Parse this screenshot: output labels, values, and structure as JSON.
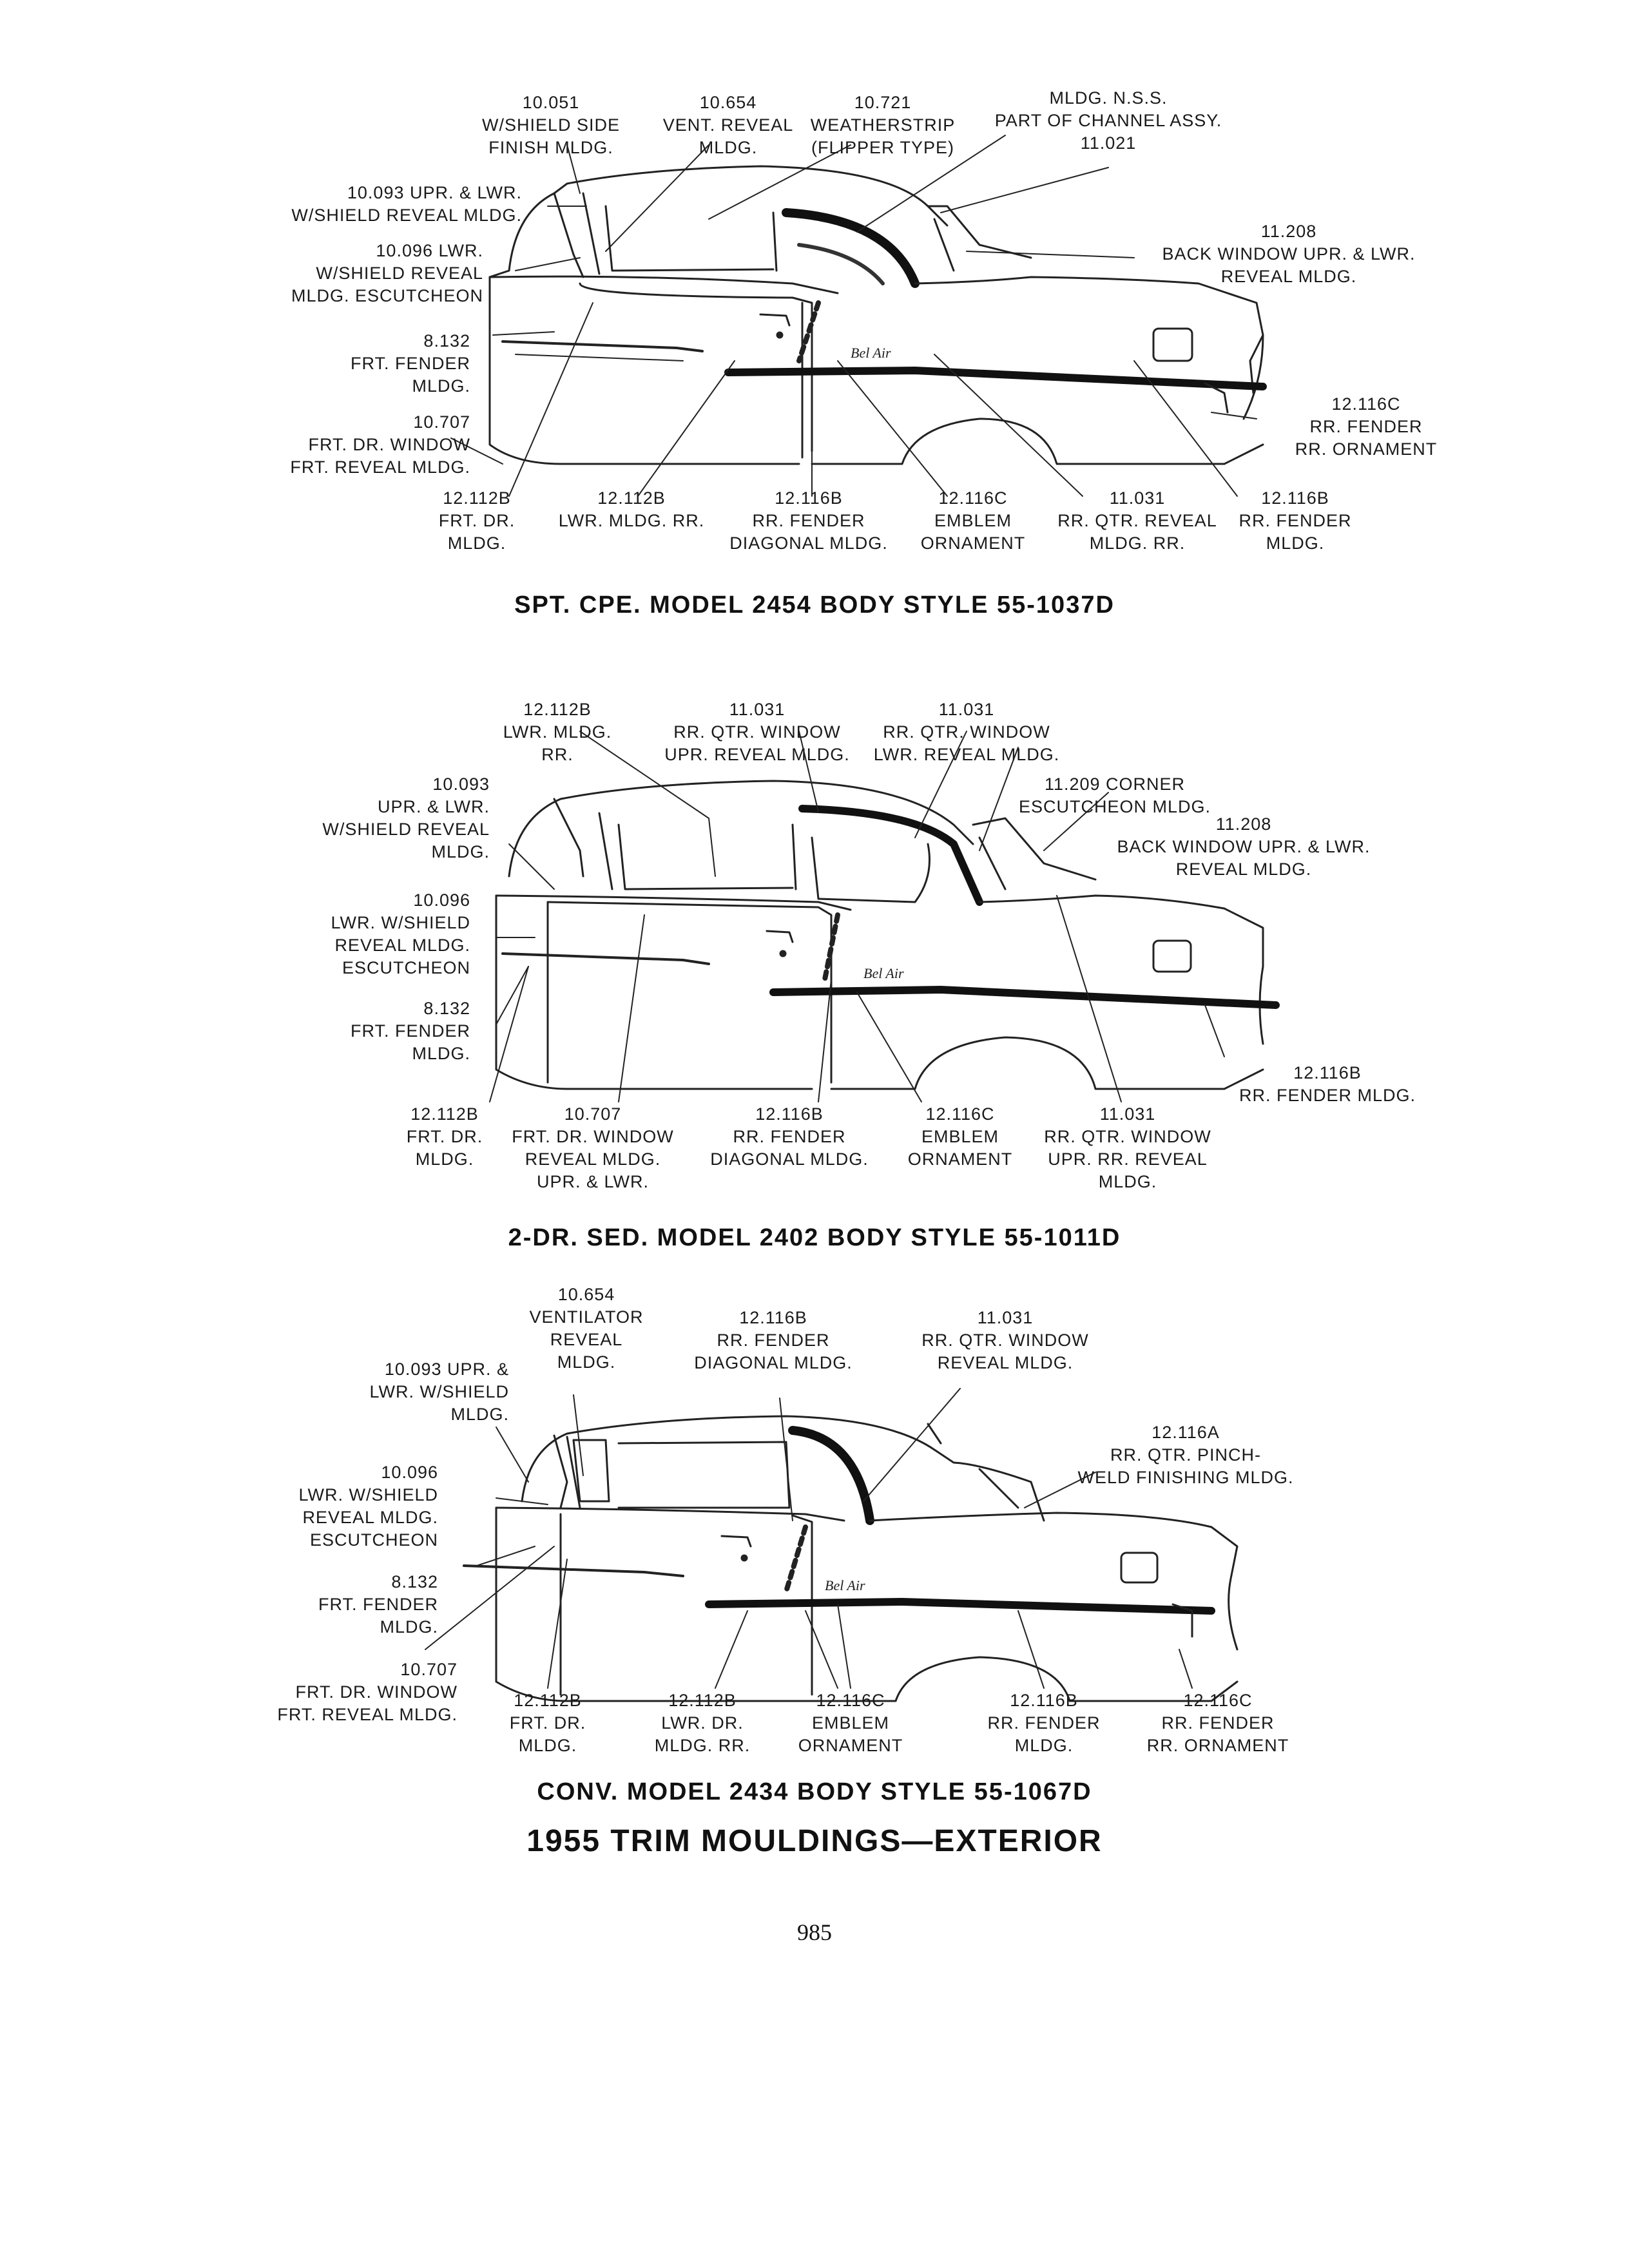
{
  "diagrams": [
    {
      "caption": "SPT. CPE. MODEL 2454 BODY STYLE 55-1037D",
      "labels": [
        {
          "id": "a1",
          "text": "10.051\nW/SHIELD SIDE\nFINISH MLDG."
        },
        {
          "id": "a2",
          "text": "10.654\nVENT. REVEAL\nMLDG."
        },
        {
          "id": "a3",
          "text": "10.721\nWEATHERSTRIP\n(FLIPPER TYPE)"
        },
        {
          "id": "a4",
          "text": "MLDG. N.S.S.\nPART OF CHANNEL ASSY.\n11.021"
        },
        {
          "id": "a5",
          "text": "10.093 UPR. & LWR.\nW/SHIELD REVEAL MLDG."
        },
        {
          "id": "a6",
          "text": "10.096 LWR.\nW/SHIELD REVEAL\nMLDG. ESCUTCHEON"
        },
        {
          "id": "a7",
          "text": "11.208\nBACK WINDOW UPR. & LWR.\nREVEAL MLDG."
        },
        {
          "id": "a8",
          "text": "8.132\nFRT. FENDER\nMLDG."
        },
        {
          "id": "a9",
          "text": "10.707\nFRT. DR. WINDOW\nFRT. REVEAL MLDG."
        },
        {
          "id": "a10",
          "text": "12.116C\nRR. FENDER\nRR. ORNAMENT"
        },
        {
          "id": "a11",
          "text": "12.112B\nFRT. DR.\nMLDG."
        },
        {
          "id": "a12",
          "text": "12.112B\nLWR. MLDG. RR."
        },
        {
          "id": "a13",
          "text": "12.116B\nRR. FENDER\nDIAGONAL MLDG."
        },
        {
          "id": "a14",
          "text": "12.116C\nEMBLEM\nORNAMENT"
        },
        {
          "id": "a15",
          "text": "11.031\nRR. QTR. REVEAL\nMLDG. RR."
        },
        {
          "id": "a16",
          "text": "12.116B\nRR. FENDER\nMLDG."
        }
      ]
    },
    {
      "caption": "2-DR. SED. MODEL 2402 BODY STYLE 55-1011D",
      "labels": [
        {
          "id": "b1",
          "text": "12.112B\nLWR. MLDG.\nRR."
        },
        {
          "id": "b2",
          "text": "11.031\nRR. QTR. WINDOW\nUPR. REVEAL MLDG."
        },
        {
          "id": "b3",
          "text": "11.031\nRR. QTR. WINDOW\nLWR. REVEAL MLDG."
        },
        {
          "id": "b4",
          "text": "10.093\nUPR. & LWR.\nW/SHIELD REVEAL\nMLDG."
        },
        {
          "id": "b5",
          "text": "11.209 CORNER\nESCUTCHEON MLDG."
        },
        {
          "id": "b6",
          "text": "11.208\nBACK WINDOW UPR. & LWR.\nREVEAL MLDG."
        },
        {
          "id": "b7",
          "text": "10.096\nLWR. W/SHIELD\nREVEAL MLDG.\nESCUTCHEON"
        },
        {
          "id": "b8",
          "text": "8.132\nFRT. FENDER\nMLDG."
        },
        {
          "id": "b9",
          "text": "12.116B\nRR. FENDER MLDG."
        },
        {
          "id": "b10",
          "text": "12.112B\nFRT. DR.\nMLDG."
        },
        {
          "id": "b11",
          "text": "10.707\nFRT. DR. WINDOW\nREVEAL MLDG.\nUPR. & LWR."
        },
        {
          "id": "b12",
          "text": "12.116B\nRR. FENDER\nDIAGONAL MLDG."
        },
        {
          "id": "b13",
          "text": "12.116C\nEMBLEM\nORNAMENT"
        },
        {
          "id": "b14",
          "text": "11.031\nRR. QTR. WINDOW\nUPR. RR. REVEAL\nMLDG."
        }
      ]
    },
    {
      "caption": "CONV. MODEL 2434 BODY STYLE 55-1067D",
      "labels": [
        {
          "id": "c1",
          "text": "10.654\nVENTILATOR\nREVEAL\nMLDG."
        },
        {
          "id": "c2",
          "text": "12.116B\nRR. FENDER\nDIAGONAL MLDG."
        },
        {
          "id": "c3",
          "text": "11.031\nRR. QTR. WINDOW\nREVEAL MLDG."
        },
        {
          "id": "c4",
          "text": "10.093 UPR. &\nLWR. W/SHIELD\nMLDG."
        },
        {
          "id": "c5",
          "text": "12.116A\nRR. QTR. PINCH-\nWELD FINISHING MLDG."
        },
        {
          "id": "c6",
          "text": "10.096\nLWR. W/SHIELD\nREVEAL MLDG.\nESCUTCHEON"
        },
        {
          "id": "c7",
          "text": "8.132\nFRT. FENDER\nMLDG."
        },
        {
          "id": "c8",
          "text": "10.707\nFRT. DR. WINDOW\nFRT. REVEAL MLDG."
        },
        {
          "id": "c9",
          "text": "12.112B\nFRT. DR.\nMLDG."
        },
        {
          "id": "c10",
          "text": "12.112B\nLWR. DR.\nMLDG. RR."
        },
        {
          "id": "c11",
          "text": "12.116C\nEMBLEM\nORNAMENT"
        },
        {
          "id": "c12",
          "text": "12.116B\nRR. FENDER\nMLDG."
        },
        {
          "id": "c13",
          "text": "12.116C\nRR. FENDER\nRR. ORNAMENT"
        }
      ]
    }
  ],
  "page_title": "1955 TRIM MOULDINGS—EXTERIOR",
  "page_number": "985"
}
